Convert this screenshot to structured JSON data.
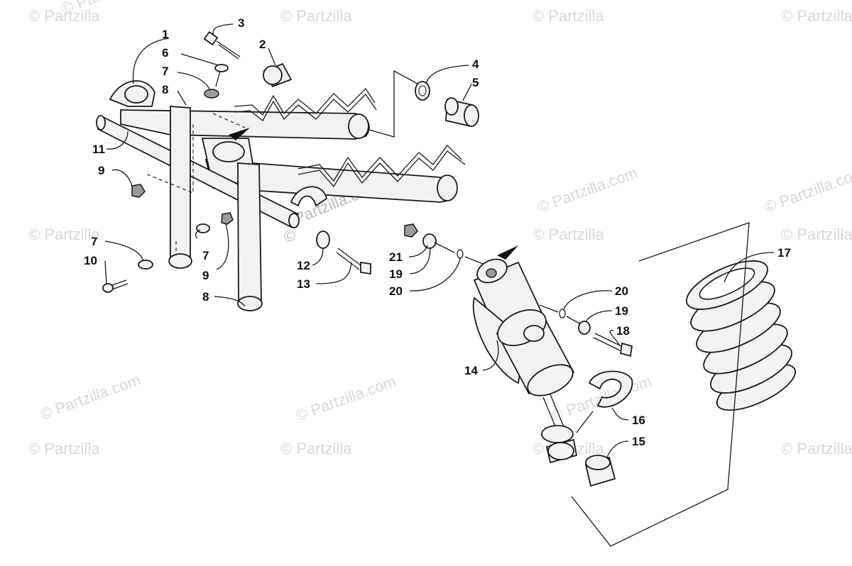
{
  "watermark": {
    "corner": "© Partzilla",
    "center": "© Partzilla.com",
    "inline": "Partzilla.com"
  },
  "callouts": [
    "1",
    "2",
    "3",
    "4",
    "5",
    "6",
    "7",
    "8",
    "9",
    "10",
    "11",
    "12",
    "13",
    "14",
    "15",
    "16",
    "17",
    "18",
    "19",
    "20",
    "21"
  ],
  "callout_labels": {
    "c1": "1",
    "c2": "2",
    "c3": "3",
    "c4": "4",
    "c5": "5",
    "c6": "6",
    "c7a": "7",
    "c7b": "7",
    "c7c": "7",
    "c8a": "8",
    "c8b": "8",
    "c9a": "9",
    "c9b": "9",
    "c10": "10",
    "c11": "11",
    "c12": "12",
    "c13": "13",
    "c14": "14",
    "c15": "15",
    "c16": "16",
    "c17": "17",
    "c18": "18",
    "c19a": "19",
    "c19b": "19",
    "c20a": "20",
    "c20b": "20",
    "c21": "21"
  }
}
